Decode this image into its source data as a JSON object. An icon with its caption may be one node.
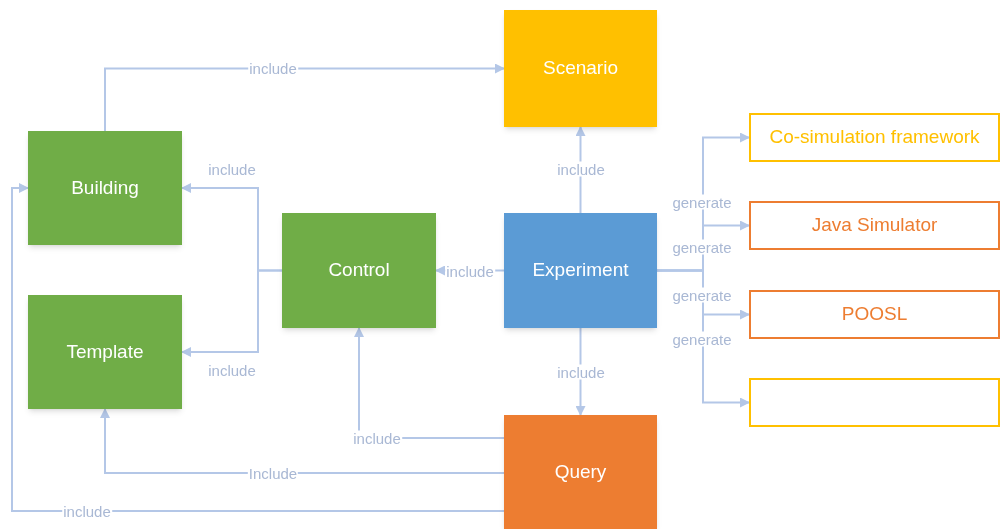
{
  "diagram": {
    "nodes": [
      {
        "text": [
          "Scenario"
        ]
      },
      {
        "text": [
          "Building"
        ]
      },
      {
        "text": [
          "Control"
        ]
      },
      {
        "text": [
          "Experiment"
        ]
      },
      {
        "text": [
          "Template"
        ]
      },
      {
        "text": [
          "Query"
        ]
      },
      {
        "text": [
          "Co-simulation framework"
        ]
      },
      {
        "text": [
          "Java Simulator"
        ]
      },
      {
        "text": [
          "POOSL"
        ]
      },
      {
        "text": [],
        "shape": "box"
      }
    ],
    "edges": [
      {
        "from": 1,
        "to": 0,
        "arrow": "to",
        "label": "include"
      },
      {
        "from": 2,
        "to": 1,
        "arrow": "to",
        "label": "include"
      },
      {
        "from": 2,
        "to": 4,
        "arrow": "to",
        "label": "include"
      },
      {
        "from": 3,
        "to": 2,
        "arrow": "to",
        "label": "include"
      },
      {
        "from": 3,
        "to": 0,
        "arrow": "to",
        "label": "include"
      },
      {
        "from": 3,
        "to": 5,
        "arrow": "to",
        "label": "include"
      },
      {
        "from": 5,
        "to": 2,
        "arrow": "to",
        "label": "include"
      },
      {
        "from": 5,
        "to": 4,
        "arrow": "to",
        "label": "Include"
      },
      {
        "from": 5,
        "to": 1,
        "arrow": "to",
        "label": "include"
      },
      {
        "from": 3,
        "to": 6,
        "arrow": "to",
        "label": "generate"
      },
      {
        "from": 3,
        "to": 7,
        "arrow": "to",
        "label": "generate"
      },
      {
        "from": 3,
        "to": 8,
        "arrow": "to",
        "label": "generate"
      },
      {
        "from": 3,
        "to": 9,
        "arrow": "to",
        "label": "generate"
      }
    ]
  }
}
